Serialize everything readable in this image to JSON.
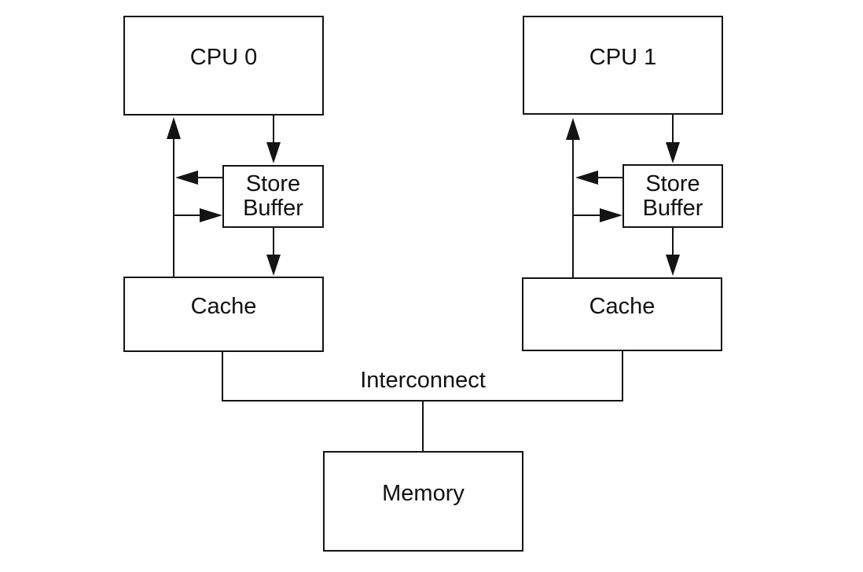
{
  "diagram": {
    "type": "block-diagram",
    "subject": "two-cpu-store-buffer-cache-architecture",
    "background": "#ffffff",
    "line_color": "#141414",
    "text_color": "#111111",
    "nodes": {
      "cpu0": {
        "label": "CPU 0"
      },
      "cpu1": {
        "label": "CPU 1"
      },
      "store_buffer0": {
        "label": "Store\nBuffer"
      },
      "store_buffer1": {
        "label": "Store\nBuffer"
      },
      "cache0": {
        "label": "Cache"
      },
      "cache1": {
        "label": "Cache"
      },
      "memory": {
        "label": "Memory"
      }
    },
    "bus_label": "Interconnect",
    "edges": [
      {
        "from": "CPU 0",
        "to": "Store Buffer (left)",
        "arrow": true,
        "direction": "down"
      },
      {
        "from": "Store Buffer (left)",
        "to": "Cache (left)",
        "arrow": true,
        "direction": "down"
      },
      {
        "from": "Cache (left)",
        "to": "CPU 0",
        "arrow": true,
        "direction": "up"
      },
      {
        "from": "Store Buffer (left)",
        "to": "Cache-to-CPU path (left)",
        "arrow": true,
        "direction": "left"
      },
      {
        "from": "Cache-to-CPU path (left)",
        "to": "Store Buffer (left)",
        "arrow": true,
        "direction": "right"
      },
      {
        "from": "CPU 1",
        "to": "Store Buffer (right)",
        "arrow": true,
        "direction": "down"
      },
      {
        "from": "Store Buffer (right)",
        "to": "Cache (right)",
        "arrow": true,
        "direction": "down"
      },
      {
        "from": "Cache (right)",
        "to": "CPU 1",
        "arrow": true,
        "direction": "up"
      },
      {
        "from": "Store Buffer (right)",
        "to": "Cache-to-CPU path (right)",
        "arrow": true,
        "direction": "left"
      },
      {
        "from": "Cache-to-CPU path (right)",
        "to": "Store Buffer (right)",
        "arrow": true,
        "direction": "right"
      },
      {
        "from": "Cache (left)",
        "to": "Interconnect",
        "arrow": false
      },
      {
        "from": "Cache (right)",
        "to": "Interconnect",
        "arrow": false
      },
      {
        "from": "Interconnect",
        "to": "Memory",
        "arrow": false
      }
    ]
  }
}
